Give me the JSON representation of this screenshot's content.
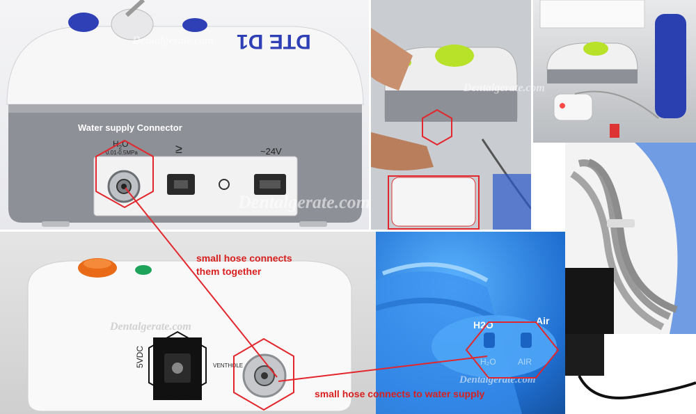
{
  "brand_label": "DTE D1",
  "labels": {
    "water_supply": "Water supply Connector",
    "h2o": "H",
    "h2o_sub": "2",
    "h2o_tail": "O",
    "pressure": "0.01-0.5MPa",
    "voltage": "~24V",
    "ground": "≥",
    "dc": "5VDC",
    "venthole": "VENTHOLE",
    "bottle_h2o": "H2O",
    "bottle_air": "Air",
    "bottle_emb_h2o": "H₂O",
    "bottle_emb_air": "AIR",
    "hose_together_1": "small hose connects",
    "hose_together_2": "them together",
    "hose_supply": "small hose connects to water supply"
  },
  "watermark": "Dentalgerate.com",
  "colors": {
    "annotation_red": "#e3262b",
    "text_red": "#d8201f"
  }
}
